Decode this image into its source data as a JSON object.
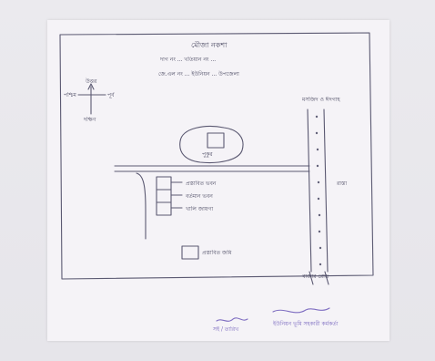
{
  "document": {
    "header_lines": [
      "মৌজা নকশা",
      "দাগ নং ... খতিয়ান নং ...",
      "জে.এল নং ... ইউনিয়ন ... উপজেলা"
    ],
    "north_symbol": {
      "north": "উত্তর",
      "south": "দক্ষিণ",
      "west": "পশ্চিম",
      "east": "পূর্ব"
    },
    "top_right_label": "মসজিদ ও ঈদগাহ",
    "pond_label": "পুকুর",
    "road_label": "রাস্তা",
    "bottom_right_label": "বাজার রোড",
    "row_labels": [
      "প্রস্তাবিত ভবন",
      "বর্তমান ভবন",
      "খালি জায়গা"
    ],
    "legend_label": "প্রস্তাবিত জমি",
    "signature_left": "সই / তারিখ",
    "signature_right": "ইউনিয়ন ভূমি সহকারী কর্মকর্তা",
    "colors": {
      "ink": "#3b3a55",
      "signature_ink": "#6a56b8",
      "paper": "#f5f3f7"
    }
  }
}
